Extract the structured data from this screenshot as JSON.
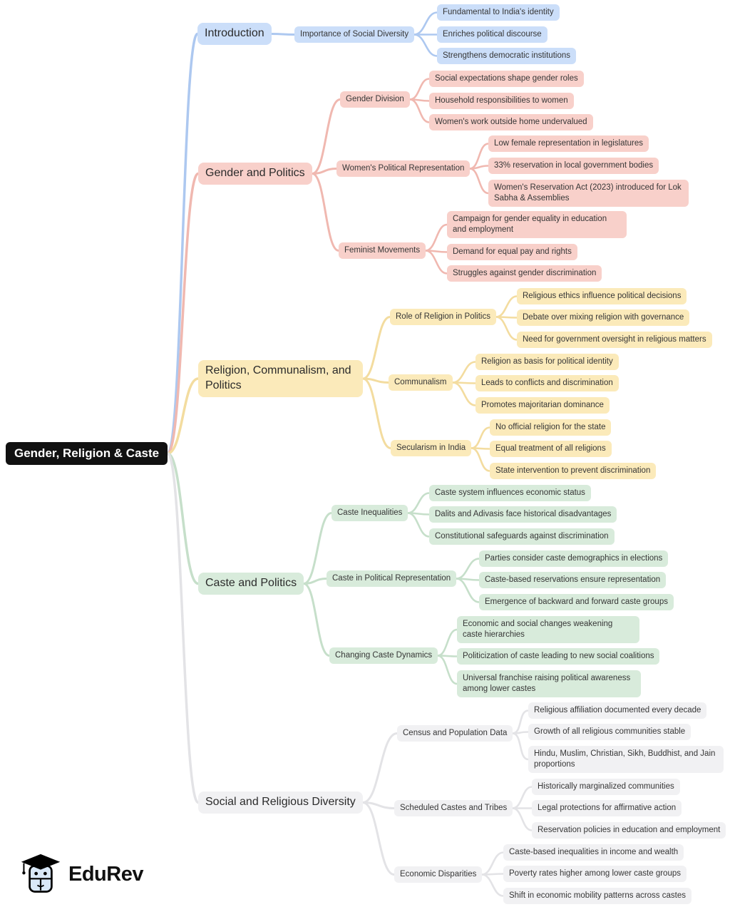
{
  "root": "Gender, Religion & Caste",
  "logo": {
    "name": "EduRev"
  },
  "palette": {
    "blue": {
      "fill": "#cbdef9",
      "line": "#adc8f0"
    },
    "pink": {
      "fill": "#f8d0ca",
      "line": "#f0b8b0"
    },
    "yellow": {
      "fill": "#fbeaba",
      "line": "#f3dc9f"
    },
    "green": {
      "fill": "#d8ebdb",
      "line": "#c6dfca"
    },
    "gray": {
      "fill": "#f1f1f3",
      "line": "#e3e3e6"
    },
    "root_bg": "#111111",
    "root_text": "#ffffff"
  },
  "branches": [
    {
      "label": "Introduction",
      "color": "blue",
      "topics": [
        {
          "label": "Importance of Social Diversity",
          "leaves": [
            "Fundamental to India's identity",
            "Enriches political discourse",
            "Strengthens democratic institutions"
          ]
        }
      ]
    },
    {
      "label": "Gender and Politics",
      "color": "pink",
      "topics": [
        {
          "label": "Gender Division",
          "leaves": [
            "Social expectations shape gender roles",
            "Household responsibilities to women",
            "Women's work outside home undervalued"
          ]
        },
        {
          "label": "Women's Political Representation",
          "leaves": [
            "Low female representation in legislatures",
            "33% reservation in local government bodies",
            "Women's Reservation Act (2023) introduced for Lok Sabha & Assemblies"
          ]
        },
        {
          "label": "Feminist Movements",
          "leaves": [
            "Campaign for gender equality in education and employment",
            "Demand for equal pay and rights",
            "Struggles against gender discrimination"
          ]
        }
      ]
    },
    {
      "label": "Religion, Communalism, and Politics",
      "color": "yellow",
      "topics": [
        {
          "label": "Role of Religion in Politics",
          "leaves": [
            "Religious ethics influence political decisions",
            "Debate over mixing religion with governance",
            "Need for government oversight in religious matters"
          ]
        },
        {
          "label": "Communalism",
          "leaves": [
            "Religion as basis for political identity",
            "Leads to conflicts and discrimination",
            "Promotes majoritarian dominance"
          ]
        },
        {
          "label": "Secularism in India",
          "leaves": [
            "No official religion for the state",
            "Equal treatment of all religions",
            "State intervention to prevent discrimination"
          ]
        }
      ]
    },
    {
      "label": "Caste and Politics",
      "color": "green",
      "topics": [
        {
          "label": "Caste Inequalities",
          "leaves": [
            "Caste system influences economic status",
            "Dalits and Adivasis face historical disadvantages",
            "Constitutional safeguards against discrimination"
          ]
        },
        {
          "label": "Caste in Political Representation",
          "leaves": [
            "Parties consider caste demographics in elections",
            "Caste-based reservations ensure representation",
            "Emergence of backward and forward caste groups"
          ]
        },
        {
          "label": "Changing Caste Dynamics",
          "leaves": [
            "Economic and social changes weakening caste hierarchies",
            "Politicization of caste leading to new social coalitions",
            "Universal franchise raising political awareness among lower castes"
          ]
        }
      ]
    },
    {
      "label": "Social and Religious Diversity",
      "color": "gray",
      "topics": [
        {
          "label": "Census and Population Data",
          "leaves": [
            "Religious affiliation documented every decade",
            "Growth of all religious communities stable",
            "Hindu, Muslim, Christian, Sikh, Buddhist, and Jain proportions"
          ]
        },
        {
          "label": "Scheduled Castes and Tribes",
          "leaves": [
            "Historically marginalized communities",
            "Legal protections for affirmative action",
            "Reservation policies in education and employment"
          ]
        },
        {
          "label": "Economic Disparities",
          "leaves": [
            "Caste-based inequalities in income and wealth",
            "Poverty rates higher among lower caste groups",
            "Shift in economic mobility patterns across castes"
          ]
        }
      ]
    }
  ]
}
